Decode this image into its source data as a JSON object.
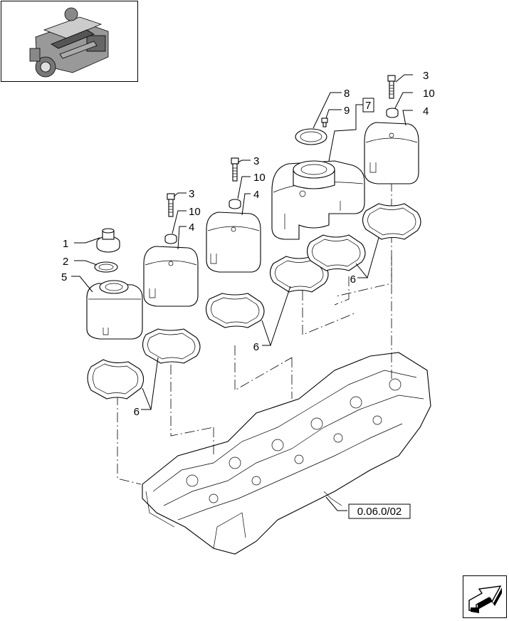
{
  "callouts": {
    "c1": "1",
    "c2": "2",
    "c3a": "3",
    "c3b": "3",
    "c3c": "3",
    "c4a": "4",
    "c4b": "4",
    "c4c": "4",
    "c5": "5",
    "c6a": "6",
    "c6b": "6",
    "c6c": "6",
    "c7": "7",
    "c8": "8",
    "c9": "9",
    "c10a": "10",
    "c10b": "10",
    "c10c": "10"
  },
  "reference": "0.06.0/02",
  "icons": {
    "engine_thumbnail": "engine-thumbnail-icon",
    "navigation": "next-page-arrow-icon"
  }
}
